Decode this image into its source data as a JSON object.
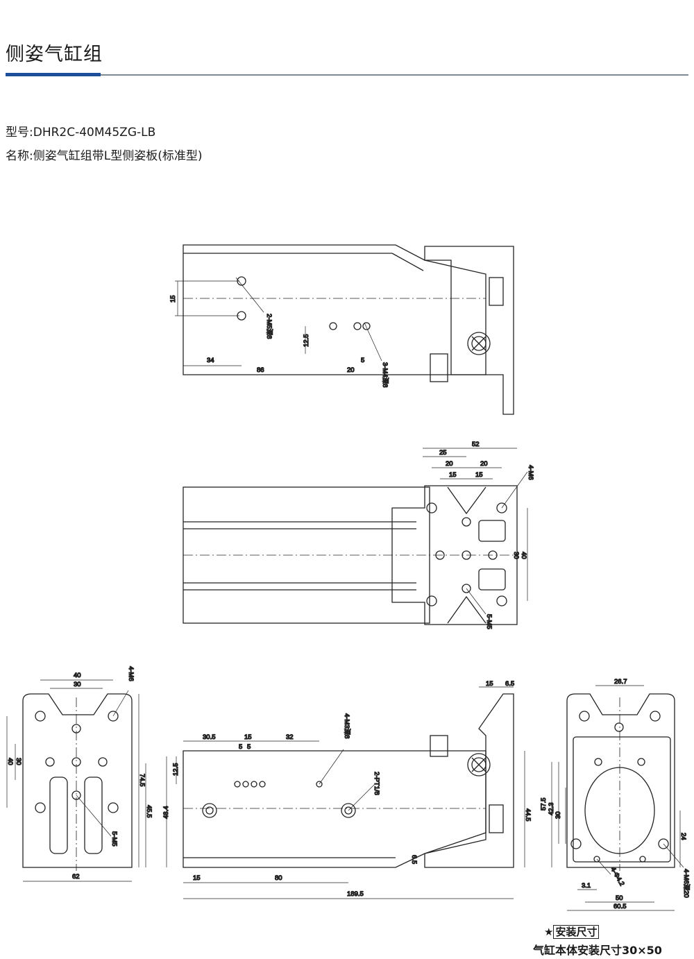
{
  "header": {
    "title": "侧姿气缸组",
    "model_label": "型号:",
    "model_value": "DHR2C-40M45ZG-LB",
    "name_label": "名称:",
    "name_value": "侧姿气缸组带L型侧姿板(标准型)"
  },
  "colors": {
    "accent": "#1d4f9c",
    "rule": "#7d8a96",
    "line": "#222222"
  },
  "views": {
    "top": {
      "dims": [
        "15",
        "34",
        "86",
        "20",
        "12.5",
        "5"
      ],
      "notes": [
        "2-M5深8",
        "3-M4深8"
      ]
    },
    "middle": {
      "dims": [
        "52",
        "25",
        "20",
        "20",
        "15",
        "15",
        "30",
        "40"
      ],
      "notes": [
        "4-M6",
        "5-M5"
      ]
    },
    "left": {
      "dims": [
        "40",
        "30",
        "30",
        "40",
        "74.5",
        "45.5",
        "62"
      ],
      "notes": [
        "4-M6",
        "5-M5"
      ]
    },
    "front": {
      "dims": [
        "15",
        "6.5",
        "30.5",
        "15",
        "32",
        "5",
        "5",
        "12.5",
        "48.4",
        "44.5",
        "6.5",
        "15",
        "80",
        "189.5"
      ],
      "notes": [
        "4-M3深8",
        "2-PT1/8"
      ]
    },
    "right": {
      "dims": [
        "26.7",
        "57.5",
        "42.3",
        "30",
        "24",
        "3.1",
        "50",
        "60.5"
      ],
      "notes": [
        "4-M6深20",
        "4-Φ4.2"
      ]
    }
  },
  "footer": {
    "star": "★",
    "badge": "安装尺寸",
    "subtitle": "气缸本体安装尺寸30×50"
  }
}
